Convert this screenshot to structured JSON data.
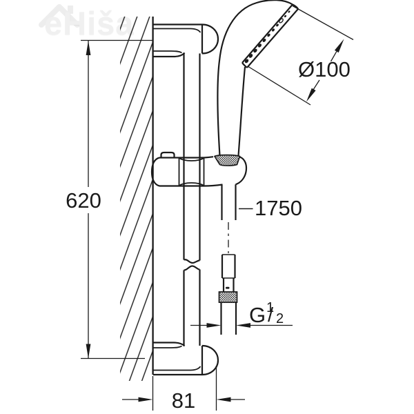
{
  "watermark": {
    "text": "eHiša",
    "icon": "house-icon"
  },
  "colors": {
    "background": "#ffffff",
    "line": "#1a1a1a",
    "watermark": "#f0f0f0"
  },
  "labels": {
    "rail_length": "620",
    "wall_offset": "81",
    "hose_length": "1750",
    "head_diameter": "Ø100",
    "thread": {
      "letter": "G",
      "numerator": "1",
      "slash": "/",
      "denominator": "2"
    }
  }
}
